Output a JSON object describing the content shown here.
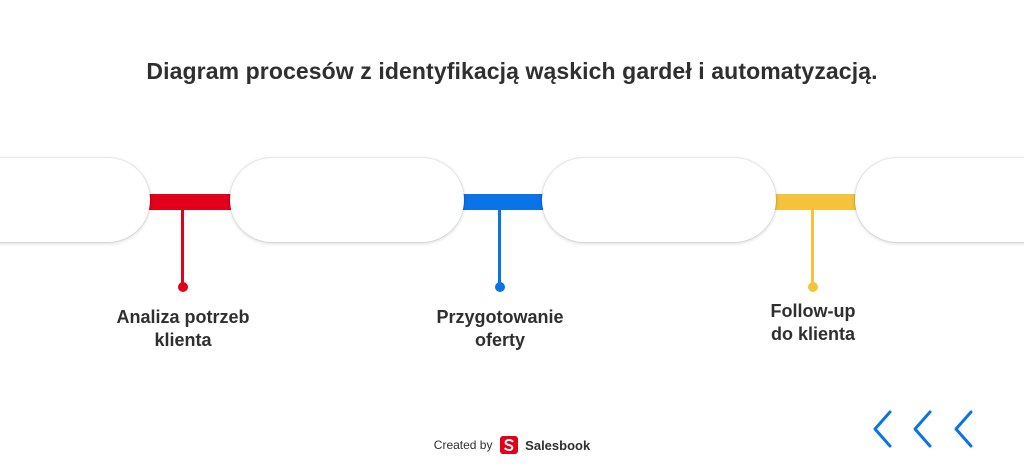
{
  "title": "Diagram procesów z identyfikacją wąskich gardeł i automatyzacją.",
  "steps": [
    {
      "line1": "Analiza potrzeb",
      "line2": "klienta",
      "color": "#e3001b"
    },
    {
      "line1": "Przygotowanie",
      "line2": "oferty",
      "color": "#0a73e8"
    },
    {
      "line1": "Follow-up",
      "line2": "do klienta",
      "color": "#f5c33b"
    }
  ],
  "footer": {
    "created_by": "Created by",
    "brand": "Salesbook",
    "brand_color": "#e3001b"
  },
  "nav": {
    "arrow_icon": "chevron-left-icon",
    "arrow_color": "#0a73e8"
  }
}
